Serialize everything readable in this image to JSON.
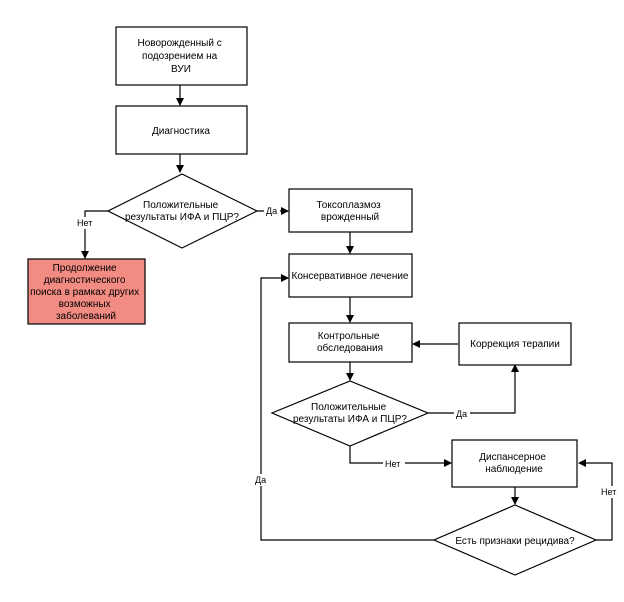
{
  "nodes": {
    "newborn": {
      "lines": [
        "Новорожденный с",
        "подозрением на",
        "ВУИ"
      ]
    },
    "diagnostics": {
      "lines": [
        "Диагностика"
      ]
    },
    "decision1": {
      "lines": [
        "Положительные",
        "результаты ИФА и ПЦР?"
      ]
    },
    "continue_search": {
      "lines": [
        "Продолжение",
        "диагностического",
        "поиска в рамках других",
        "возможных",
        "заболеваний"
      ]
    },
    "toxo": {
      "lines": [
        "Токсоплазмоз",
        "врожденный"
      ]
    },
    "conservative": {
      "lines": [
        "Консервативное лечение"
      ]
    },
    "control": {
      "lines": [
        "Контрольные",
        "обследования"
      ]
    },
    "correction": {
      "lines": [
        "Коррекция терапии"
      ]
    },
    "decision2": {
      "lines": [
        "Положительные",
        "результаты ИФА и ПЦР?"
      ]
    },
    "dispensary": {
      "lines": [
        "Диспансерное",
        "наблюдение"
      ]
    },
    "relapse": {
      "lines": [
        "Есть признаки рецидива?"
      ]
    }
  },
  "edge_labels": {
    "d1_no": "Нет",
    "d1_yes": "Да",
    "d2_yes": "Да",
    "d2_no": "Нет",
    "relapse_yes": "Да",
    "relapse_no": "Нет"
  },
  "colors": {
    "stroke": "#000000",
    "box_fill": "#ffffff",
    "highlight_fill": "#f28b82"
  }
}
